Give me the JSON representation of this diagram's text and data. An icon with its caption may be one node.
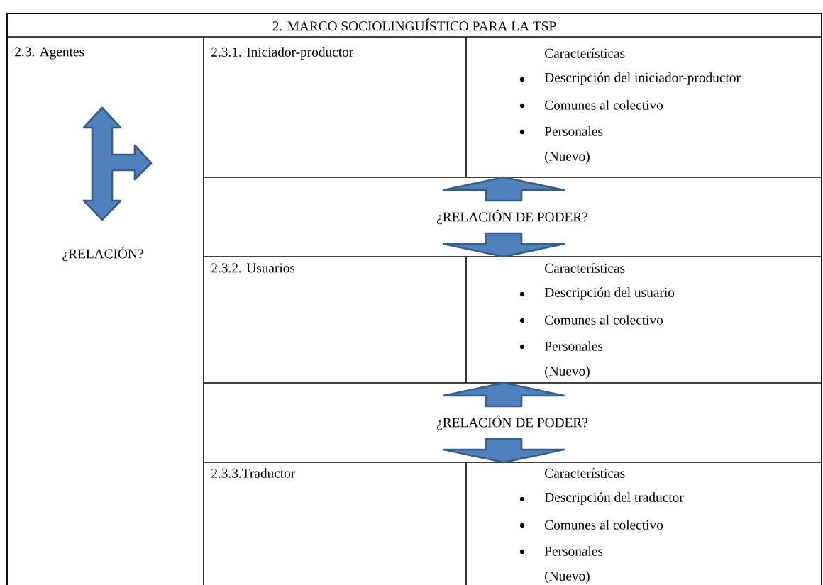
{
  "diagram": {
    "title": "2. MARCO SOCIOLINGUÍSTICO PARA LA TSP",
    "labels": [
      "2.3. Agentes",
      "2.3.1. Iniciador-productor",
      "Características",
      "Descripción del iniciador-productor",
      "Comunes al colectivo",
      "Personales",
      "(Nuevo)",
      "¿RELACIÓN DE PODER?",
      "¿RELACIÓN?",
      "2.3.2. Usuarios",
      "Características",
      "Descripción del usuario",
      "Comunes al colectivo",
      "Personales",
      "(Nuevo)",
      "¿RELACIÓN DE PODER?",
      "2.3.3.Traductor",
      "Características",
      "Descripción del traductor",
      "Comunes al colectivo",
      "Personales",
      "(Nuevo)"
    ]
  }
}
